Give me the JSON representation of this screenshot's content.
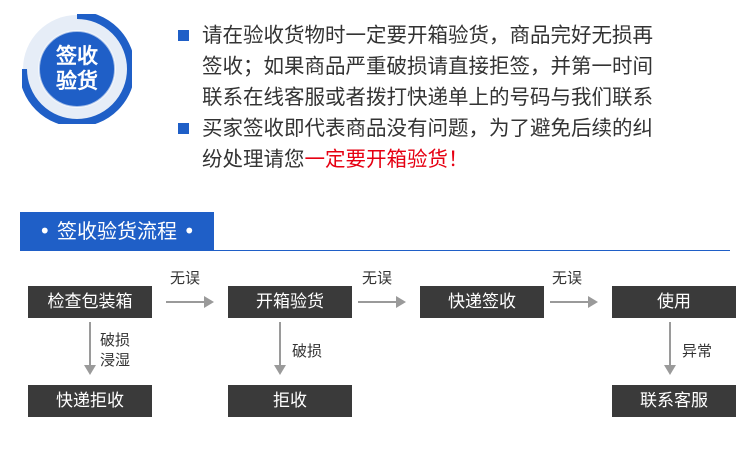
{
  "badge": {
    "line1": "签收",
    "line2": "验货"
  },
  "notice": {
    "item1": {
      "l1": "请在验收货物时一定要开箱验货，商品完好无损再",
      "l2": "签收；如果商品严重破损请直接拒签，并第一时间",
      "l3": "联系在线客服或者拨打快递单上的号码与我们联系"
    },
    "item2": {
      "l1": "买家签收即代表商品没有问题，为了避免后续的纠",
      "l2_plain": "纷处理请您",
      "l2_red": "一定要开箱验货！"
    }
  },
  "process": {
    "title": "• 签收验货流程 •",
    "steps": {
      "check": "检查包装箱",
      "open": "开箱验货",
      "sign": "快递签收",
      "use": "使用",
      "return_courier": "快递拒收",
      "reject": "拒收",
      "service": "联系客服"
    },
    "labels": {
      "ok1": "无误",
      "ok2": "无误",
      "ok3": "无误",
      "damaged_wet_1": "破损",
      "damaged_wet_2": "浸湿",
      "damaged": "破损",
      "abnormal": "异常"
    }
  },
  "colors": {
    "accent": "#1f5fc7",
    "box": "#3a3a3a",
    "highlight": "#e60012"
  }
}
